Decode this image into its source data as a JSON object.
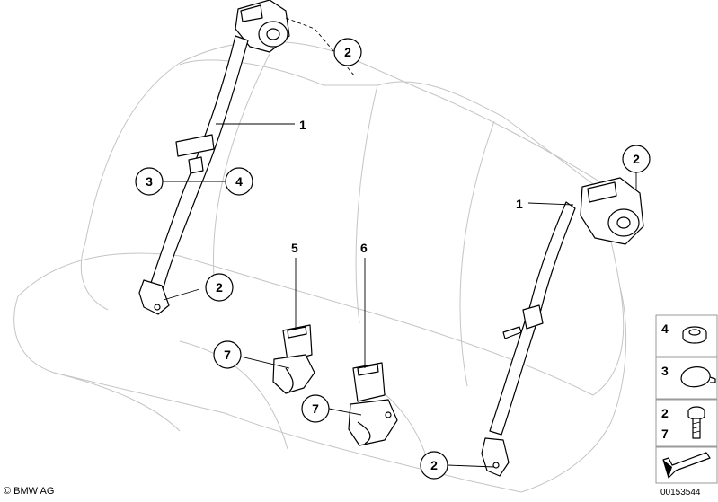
{
  "callouts": {
    "c_top_2": "2",
    "c_left_1": "1",
    "c_left_3": "3",
    "c_left_4": "4",
    "c_left_2": "2",
    "c_5": "5",
    "c_6": "6",
    "c_7a": "7",
    "c_7b": "7",
    "c_right_2": "2",
    "c_right_1": "1",
    "c_bottom_2": "2"
  },
  "legend": {
    "items": [
      {
        "label": "4",
        "icon": "cap-nut-icon"
      },
      {
        "label": "3",
        "icon": "cover-cap-icon"
      },
      {
        "label": "2",
        "label2": "7",
        "icon": "torx-screw-icon"
      }
    ],
    "nav_icon": "arrow-icon"
  },
  "footer": {
    "copyright": "© BMW AG",
    "diagram_id": "00153544"
  }
}
